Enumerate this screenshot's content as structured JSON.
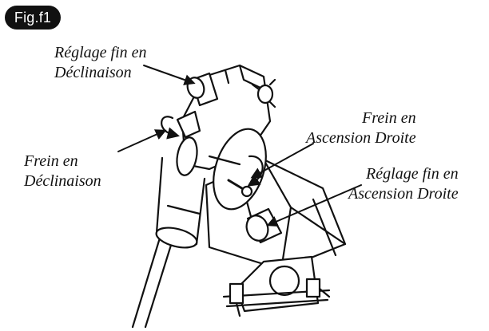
{
  "figure_badge": "Fig.f1",
  "labels": {
    "dec_fine": [
      "Réglage fin en",
      "Déclinaison"
    ],
    "dec_lock": [
      "Frein en",
      "Déclinaison"
    ],
    "ra_lock": [
      "Frein en",
      "Ascension Droite"
    ],
    "ra_fine": [
      "Réglage fin en",
      "Ascension Droite"
    ]
  },
  "colors": {
    "ink": "#111111",
    "badge_bg": "#111111",
    "badge_text": "#ffffff",
    "background": "#ffffff"
  }
}
